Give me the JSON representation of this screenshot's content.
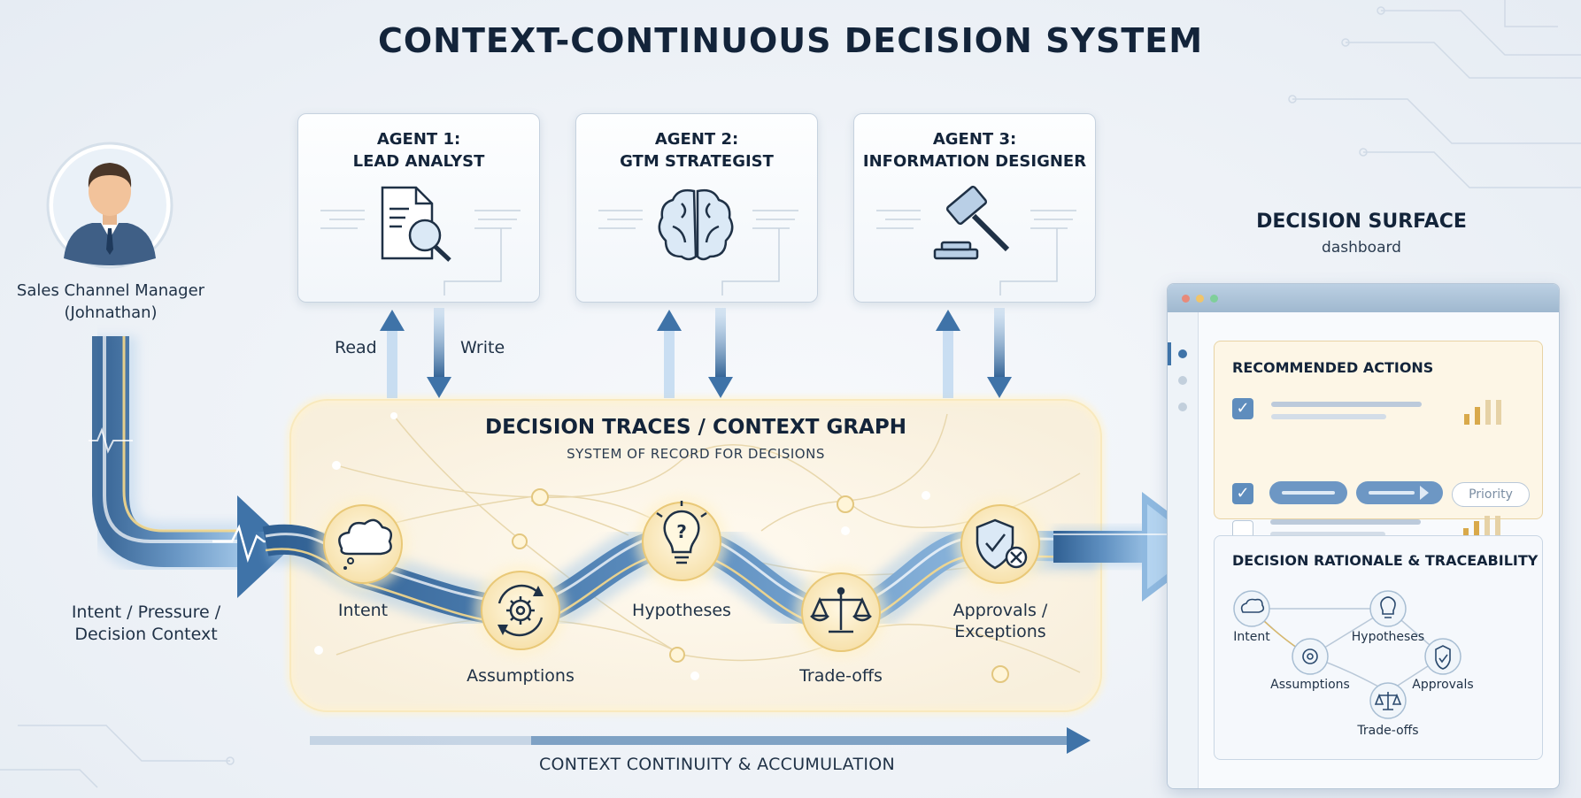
{
  "title": "CONTEXT-CONTINUOUS DECISION SYSTEM",
  "persona": {
    "icon": "user-avatar-icon",
    "label_line1": "Sales Channel Manager",
    "label_line2": "(Johnathan)"
  },
  "input_label_line1": "Intent / Pressure /",
  "input_label_line2": "Decision Context",
  "agents": [
    {
      "title_line1": "AGENT 1:",
      "title_line2": "LEAD ANALYST",
      "icon": "document-search-icon"
    },
    {
      "title_line1": "AGENT 2:",
      "title_line2": "GTM STRATEGIST",
      "icon": "brain-icon"
    },
    {
      "title_line1": "AGENT 3:",
      "title_line2": "INFORMATION DESIGNER",
      "icon": "gavel-icon"
    }
  ],
  "read_label": "Read",
  "write_label": "Write",
  "graph": {
    "title": "DECISION TRACES / CONTEXT GRAPH",
    "subtitle": "SYSTEM OF RECORD FOR DECISIONS",
    "nodes": [
      {
        "label": "Intent",
        "icon": "thought-cloud-icon"
      },
      {
        "label": "Assumptions",
        "icon": "cycle-gear-icon"
      },
      {
        "label": "Hypotheses",
        "icon": "lightbulb-icon"
      },
      {
        "label": "Trade-offs",
        "icon": "balance-scale-icon"
      },
      {
        "label_line1": "Approvals /",
        "label_line2": "Exceptions",
        "icon": "shield-check-icon"
      }
    ]
  },
  "continuity_label": "CONTEXT CONTINUITY & ACCUMULATION",
  "surface": {
    "title": "DECISION SURFACE",
    "subtitle": "dashboard",
    "recommended_title": "RECOMMENDED ACTIONS",
    "priority_label": "Priority",
    "rationale_title": "DECISION RATIONALE & TRACEABILITY",
    "mini_nodes": [
      "Intent",
      "Hypotheses",
      "Assumptions",
      "Approvals",
      "Trade-offs"
    ]
  },
  "colors": {
    "navy": "#13243a",
    "flow_blue": "#4f7fae",
    "glow_gold": "#f2c766",
    "node_fill": "#fbecc6"
  }
}
